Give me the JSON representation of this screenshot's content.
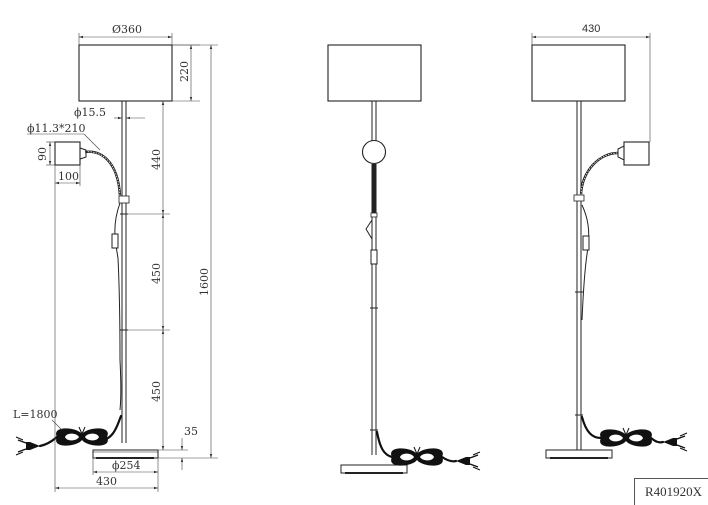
{
  "drawing": {
    "title": "Floor lamp with reading arm — dimension drawing",
    "views": [
      "front-dimensioned",
      "side",
      "front-plain"
    ],
    "model_code": "R401920X",
    "dimensions": {
      "shade_diameter": "Ø360",
      "shade_height": "220",
      "pole_diameter": "ϕ15.5",
      "flex_arm": "ϕ11.3*210",
      "reading_head_height": "90",
      "reading_head_width": "100",
      "upper_segment": "440",
      "middle_segment": "450",
      "lower_segment": "450",
      "total_height": "1600",
      "base_height": "35",
      "base_diameter": "ϕ254",
      "overall_width_left": "430",
      "overall_width_right": "430",
      "cable_length": "L=1800"
    }
  }
}
